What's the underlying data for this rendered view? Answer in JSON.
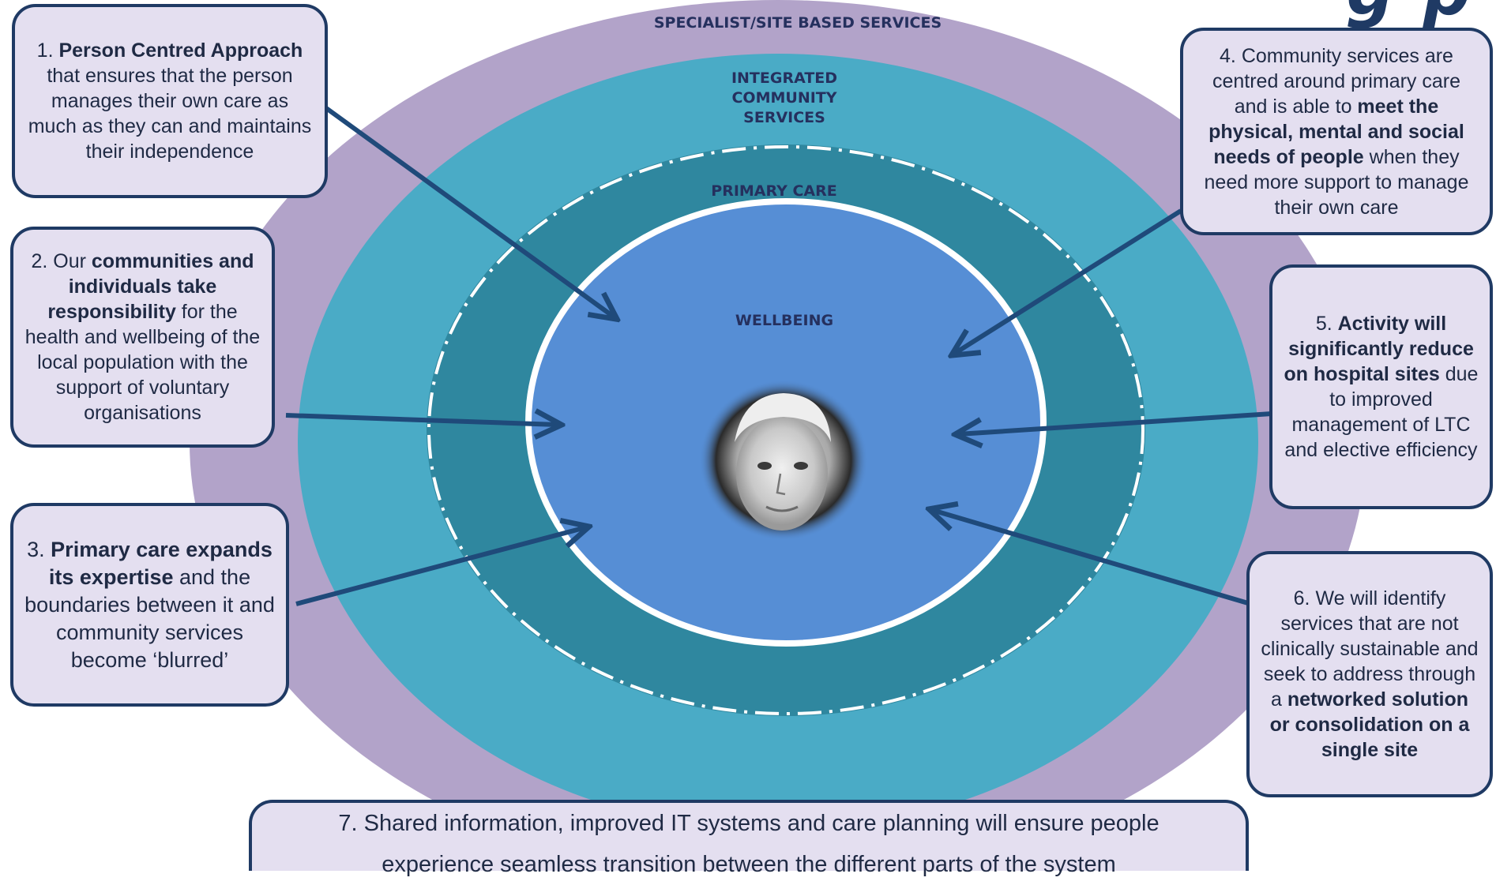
{
  "header": {
    "title_fragment": "g  p"
  },
  "rings": {
    "specialist": "SPECIALIST/SITE BASED SERVICES",
    "integrated": [
      "INTEGRATED",
      "COMMUNITY",
      "SERVICES"
    ],
    "primary": "PRIMARY CARE",
    "wellbeing": "WELLBEING"
  },
  "portrait": {
    "description": "elderly-woman-portrait"
  },
  "boxes": {
    "b1": {
      "n": "1. ",
      "b1": "Person Centred Approach",
      "t1": " that ensures that the person manages their own care as much as they can and maintains their independence"
    },
    "b2": {
      "n": "2. Our ",
      "b1": "communities and individuals take responsibility",
      "t1": " for the health and wellbeing of the local population with the support of voluntary organisations"
    },
    "b3": {
      "n": "3. ",
      "b1": "Primary care expands its expertise",
      "t1": " and the boundaries between it and community services become ‘blurred’"
    },
    "b4": {
      "n": "4. Community services are centred around primary care and is able to ",
      "b1": "meet the physical, mental and social needs of people",
      "t1": " when they need more support to manage their own care"
    },
    "b5": {
      "n": "5. ",
      "b1": "Activity will significantly reduce on hospital sites",
      "t1": " due to improved management of LTC and elective efficiency"
    },
    "b6": {
      "n": "6. We will identify services that are not clinically sustainable and seek to address through a ",
      "b1": "networked solution or consolidation on a single site",
      "t1": ""
    },
    "b7": {
      "line1": "7. Shared information, improved IT systems and care planning will ensure people",
      "line2": "experience seamless transition between the different parts of the system"
    }
  },
  "colors": {
    "outer_ring": "#b2a3c9",
    "integrated_ring": "#4aabc6",
    "primary_ring": "#2f879f",
    "wellbeing": "#568ed5",
    "box_fill": "#e4dff0",
    "box_border": "#1f3a64",
    "arrow": "#1f4a7a",
    "label_text": "#25305e"
  }
}
